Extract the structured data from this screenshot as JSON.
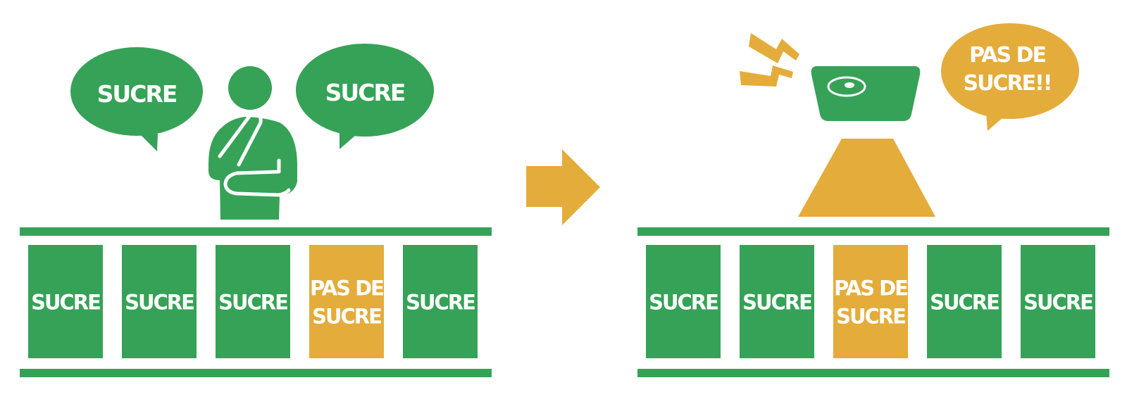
{
  "colors": {
    "green": "#36a257",
    "orange": "#e4ac3a",
    "white": "#ffffff"
  },
  "left_panel": {
    "bubble_left": "SUCRE",
    "bubble_right": "SUCRE",
    "boxes": [
      {
        "lines": [
          "SUCRE"
        ],
        "color": "green"
      },
      {
        "lines": [
          "SUCRE"
        ],
        "color": "green"
      },
      {
        "lines": [
          "SUCRE"
        ],
        "color": "green"
      },
      {
        "lines": [
          "PAS DE",
          "SUCRE"
        ],
        "color": "orange"
      },
      {
        "lines": [
          "SUCRE"
        ],
        "color": "green"
      }
    ]
  },
  "right_panel": {
    "bubble": [
      "PAS DE",
      "SUCRE!!"
    ],
    "boxes": [
      {
        "lines": [
          "SUCRE"
        ],
        "color": "green"
      },
      {
        "lines": [
          "SUCRE"
        ],
        "color": "green"
      },
      {
        "lines": [
          "PAS DE",
          "SUCRE"
        ],
        "color": "orange"
      },
      {
        "lines": [
          "SUCRE"
        ],
        "color": "green"
      },
      {
        "lines": [
          "SUCRE"
        ],
        "color": "green"
      }
    ]
  }
}
